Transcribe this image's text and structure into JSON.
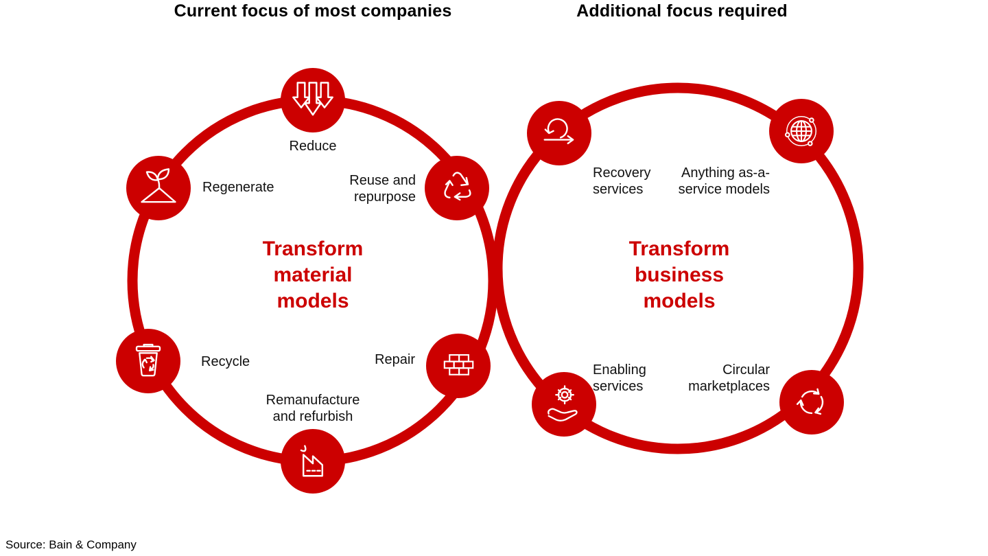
{
  "colors": {
    "red": "#cc0000",
    "text": "#111111",
    "background": "#ffffff"
  },
  "header": {
    "left_title": "Current focus of most companies",
    "right_title": "Additional focus required"
  },
  "material_circle": {
    "center_lines": [
      "Transform",
      "material",
      "models"
    ],
    "nodes": [
      {
        "label": "Reduce",
        "icon": "reduce-arrows-icon"
      },
      {
        "label": "Regenerate",
        "icon": "regenerate-sprout-icon"
      },
      {
        "label": "Reuse and repurpose",
        "icon": "reuse-recycle-triangle-icon"
      },
      {
        "label": "Recycle",
        "icon": "recycle-bin-icon"
      },
      {
        "label": "Repair",
        "icon": "repair-brick-wall-icon"
      },
      {
        "label": "Remanufacture and refurbish",
        "icon": "remanufacture-factory-icon"
      }
    ]
  },
  "business_circle": {
    "center_lines": [
      "Transform",
      "business",
      "models"
    ],
    "nodes": [
      {
        "label": "Recovery services",
        "icon": "recovery-loop-arrow-icon"
      },
      {
        "label": "Anything as-a-service models",
        "icon": "globe-network-icon"
      },
      {
        "label": "Enabling services",
        "icon": "hand-gear-icon"
      },
      {
        "label": "Circular marketplaces",
        "icon": "circular-arrows-icon"
      }
    ]
  },
  "footer": {
    "source": "Source: Bain & Company"
  }
}
